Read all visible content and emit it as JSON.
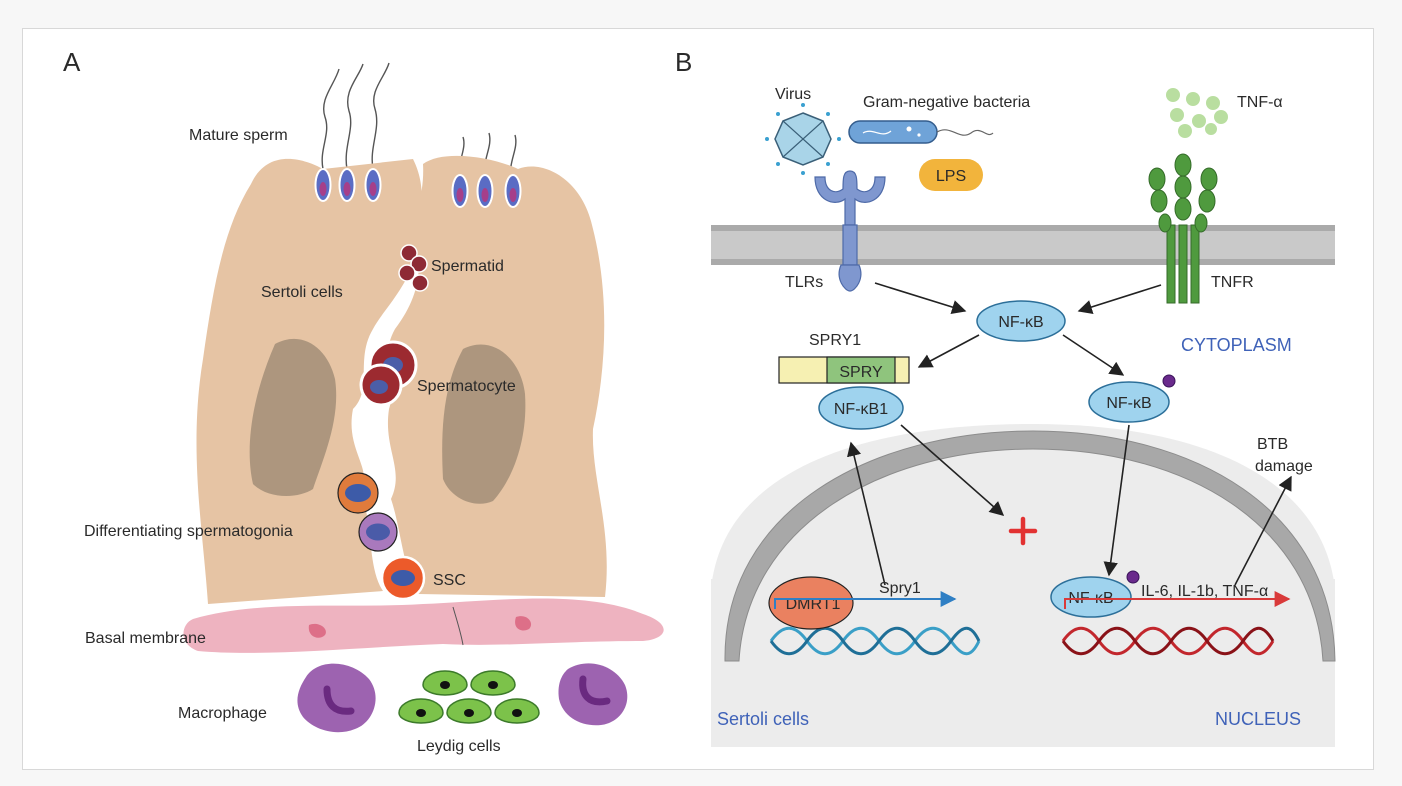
{
  "panel_a": {
    "letter": "A",
    "labels": {
      "mature_sperm": "Mature sperm",
      "spermatid": "Spermatid",
      "sertoli_cells": "Sertoli cells",
      "spermatocyte": "Spermatocyte",
      "differentiating_spermatogonia": "Differentiating spermatogonia",
      "ssc": "SSC",
      "basal_membrane": "Basal membrane",
      "macrophage": "Macrophage",
      "leydig_cells": "Leydig cells"
    }
  },
  "panel_b": {
    "letter": "B",
    "labels": {
      "virus": "Virus",
      "gram_negative_bacteria": "Gram-negative bacteria",
      "lps": "LPS",
      "tnf_alpha": "TNF-α",
      "tlrs": "TLRs",
      "tnfr": "TNFR",
      "nfkb_top": "NF-κB",
      "cytoplasm": "CYTOPLASM",
      "spry1_protein": "SPRY1",
      "spry_domain": "SPRY",
      "nfkb1": "NF-κB1",
      "nfkb_right": "NF-κB",
      "btb_line1": "BTB",
      "btb_line2": "damage",
      "dmrt1": "DMRT1",
      "spry1_gene": "Spry1",
      "nfkb_nucleus": "NF-κB",
      "cytokines": "IL-6, IL-1b, TNF-α",
      "sertoli_cells": "Sertoli cells",
      "nucleus": "NUCLEUS"
    }
  },
  "colors": {
    "sertoli": "#e6c4a4",
    "membrane_pink": "#eeb3c0",
    "macrophage": "#9d63b0",
    "leydig": "#7cc24a",
    "nfkb_fill": "#9fd3ee",
    "cytoplasm_text": "#3f62b8",
    "dna_blue": "#3a9fc7",
    "dna_red": "#c2272d",
    "tnfr_green": "#4f9a3e",
    "tlr_blue": "#7f97cf",
    "lps_orange": "#f2b43c",
    "dmrt1_orange": "#ea8160"
  }
}
